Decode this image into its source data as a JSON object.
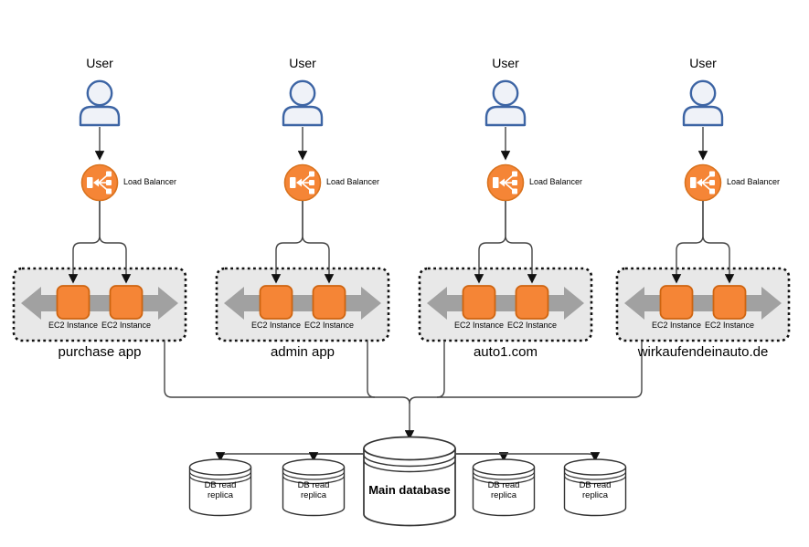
{
  "diagram": {
    "columns": [
      {
        "user_label": "User",
        "lb_label": "Load Balancer",
        "ec2_labels": [
          "EC2 Instance",
          "EC2 Instance"
        ],
        "app_label": "purchase app"
      },
      {
        "user_label": "User",
        "lb_label": "Load Balancer",
        "ec2_labels": [
          "EC2 Instance",
          "EC2 Instance"
        ],
        "app_label": "admin app"
      },
      {
        "user_label": "User",
        "lb_label": "Load Balancer",
        "ec2_labels": [
          "EC2 Instance",
          "EC2 Instance"
        ],
        "app_label": "auto1.com"
      },
      {
        "user_label": "User",
        "lb_label": "Load Balancer",
        "ec2_labels": [
          "EC2 Instance",
          "EC2 Instance"
        ],
        "app_label": "wirkaufendeinauto.de"
      }
    ],
    "database": {
      "main_label": "Main database",
      "replicas": [
        {
          "label": "DB read replica"
        },
        {
          "label": "DB read replica"
        },
        {
          "label": "DB read replica"
        },
        {
          "label": "DB read replica"
        }
      ]
    },
    "colors": {
      "aws_orange": "#F58536",
      "orange_border": "#D2691E",
      "user_blue": "#3C64A4",
      "user_fill": "#EFF2F8",
      "box_fill": "#E8E8E8",
      "scaling_arrow_gray": "#A1A1A1",
      "connector_line": "#444444"
    },
    "icons": {
      "user": "user-icon",
      "load_balancer": "load-balancer-icon",
      "ec2_instance": "ec2-instance-icon",
      "auto_scaling": "scaling-arrow-icon",
      "database": "database-cylinder-icon"
    }
  }
}
